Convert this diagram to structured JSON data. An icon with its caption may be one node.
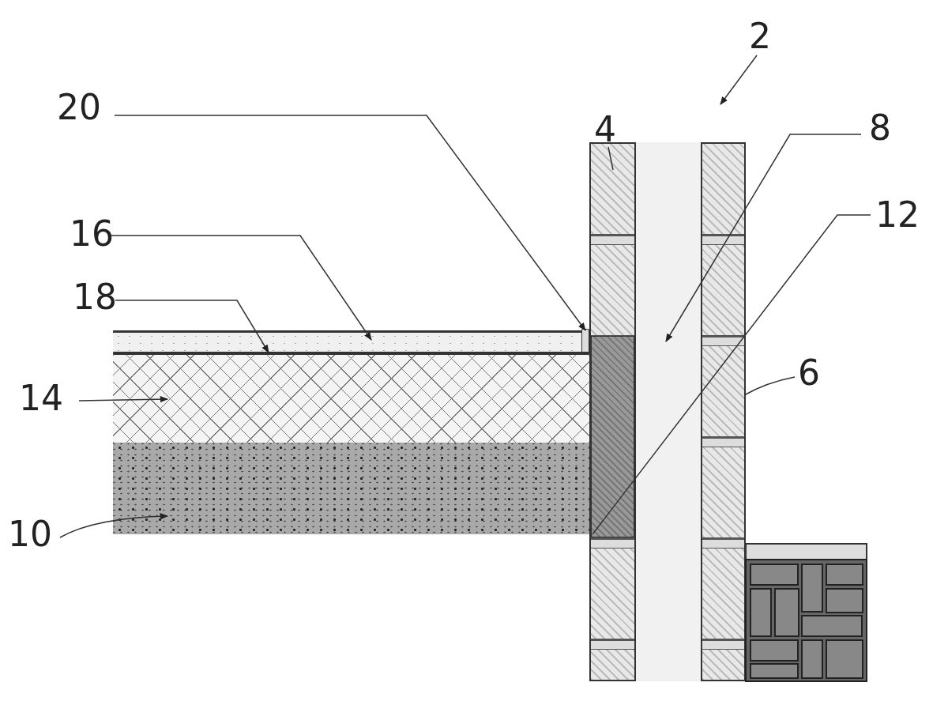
{
  "diagram": {
    "nodes": [
      {
        "text": [
          "2"
        ]
      },
      {
        "text": [
          "4"
        ]
      },
      {
        "text": [
          "20"
        ]
      },
      {
        "text": [
          "8"
        ]
      },
      {
        "text": [
          "12"
        ]
      },
      {
        "text": [
          "16"
        ]
      },
      {
        "text": [
          "18"
        ]
      },
      {
        "text": [
          "14"
        ]
      },
      {
        "text": [
          "6"
        ]
      },
      {
        "text": [
          "10"
        ]
      },
      {
        "text": [],
        "shape": "box"
      },
      {
        "text": [],
        "shape": "box"
      },
      {
        "text": [],
        "shape": "box"
      },
      {
        "text": [],
        "shape": "box",
        "in": 10
      },
      {
        "text": [],
        "shape": "bar"
      },
      {
        "text": [],
        "shape": "bar"
      },
      {
        "text": [],
        "shape": "bar"
      },
      {
        "text": [],
        "shape": "box"
      },
      {
        "text": [],
        "shape": "box"
      }
    ],
    "edges": [
      {
        "from": 0,
        "to": null,
        "arrow": "to"
      },
      {
        "from": 1,
        "to": 10,
        "arrow": "none"
      },
      {
        "from": 2,
        "to": 14,
        "arrow": "to"
      },
      {
        "from": 3,
        "to": 11,
        "arrow": "to"
      },
      {
        "from": 4,
        "to": 13,
        "arrow": "none"
      },
      {
        "from": 5,
        "to": 15,
        "arrow": "to"
      },
      {
        "from": 6,
        "to": 16,
        "arrow": "to"
      },
      {
        "from": 7,
        "to": 17,
        "arrow": "to"
      },
      {
        "from": 8,
        "to": 12,
        "arrow": "none"
      },
      {
        "from": 9,
        "to": 18,
        "arrow": "to"
      }
    ]
  }
}
